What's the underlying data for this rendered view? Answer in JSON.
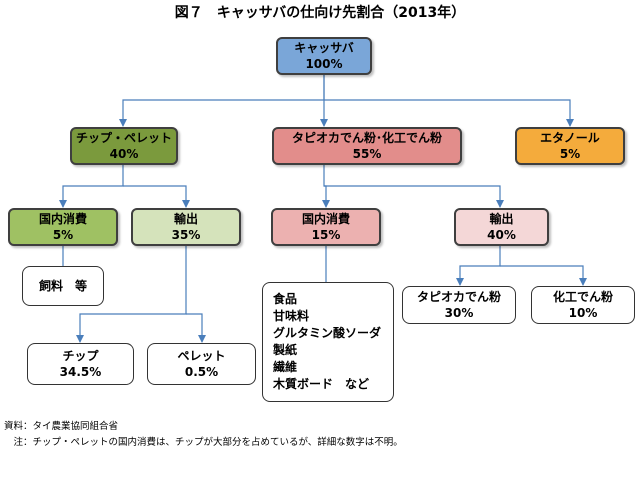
{
  "title": "図７　キャッサバの仕向け先割合（2013年）",
  "colors": {
    "cassava": "#7aa6d8",
    "chip_pellet": "#7b9a3d",
    "tapioca": "#e28d8b",
    "ethanol": "#f4ab3c",
    "green_light": "#9fc163",
    "green_pale": "#d5e3bb",
    "pink_mid": "#ecb1b0",
    "pink_pale": "#f4d7d7"
  },
  "nodes": {
    "cassava": {
      "label": "キャッサバ",
      "value": "100%"
    },
    "chip_pellet": {
      "label": "チップ・ペレット",
      "value": "40%"
    },
    "tapioca": {
      "label": "タピオカでん粉･化工でん粉",
      "value": "55%"
    },
    "ethanol": {
      "label": "エタノール",
      "value": "5%"
    },
    "cp_domestic": {
      "label": "国内消費",
      "value": "5%"
    },
    "cp_export": {
      "label": "輸出",
      "value": "35%"
    },
    "tp_domestic": {
      "label": "国内消費",
      "value": "15%"
    },
    "tp_export": {
      "label": "輸出",
      "value": "40%"
    },
    "feed": {
      "label": "飼料　等"
    },
    "chip": {
      "label": "チップ",
      "value": "34.5%"
    },
    "pellet": {
      "label": "ペレット",
      "value": "0.5%"
    },
    "tapioca_starch": {
      "label": "タピオカでん粉",
      "value": "30%"
    },
    "modified_starch": {
      "label": "化工でん粉",
      "value": "10%"
    }
  },
  "domestic_uses": [
    "食品",
    "甘味料",
    "グルタミン酸ソーダ",
    "製紙",
    "繊維",
    "木質ボード　など"
  ],
  "footnotes": {
    "source": "資料：タイ農業協同組合省",
    "note": "　注：チップ・ペレットの国内消費は、チップが大部分を占めているが、詳細な数字は不明。"
  }
}
